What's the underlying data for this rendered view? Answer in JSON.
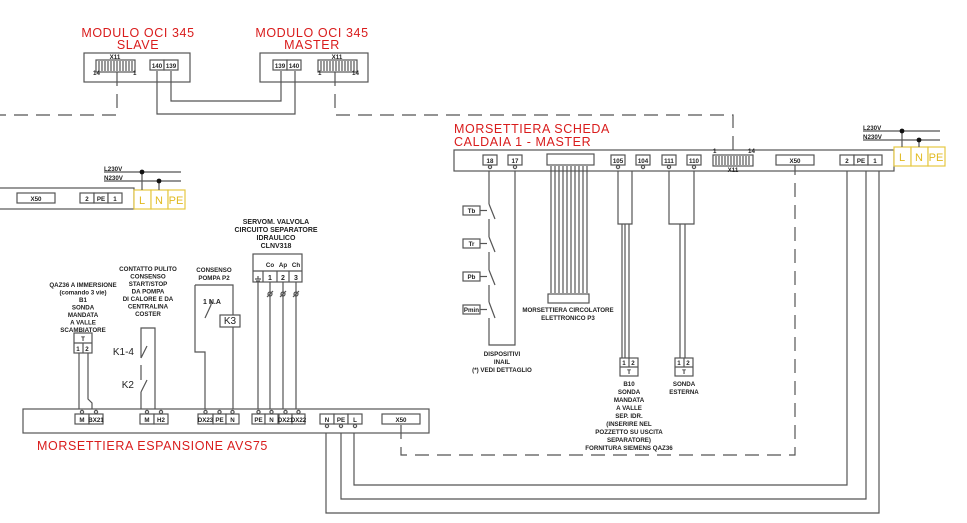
{
  "modules": {
    "oci_slave": {
      "title": "MODULO OCI 345",
      "subtitle": "SLAVE",
      "x11": "X11",
      "x11_left": "14",
      "x11_right": "1",
      "t1": "140",
      "t2": "139"
    },
    "oci_master": {
      "title": "MODULO OCI 345",
      "subtitle": "MASTER",
      "x11": "X11",
      "x11_left": "1",
      "x11_right": "14",
      "t1": "139",
      "t2": "140"
    }
  },
  "caldaia": {
    "title_line1": "MORSETTIERA SCHEDA",
    "title_line2": "CALDAIA 1 - MASTER",
    "terminals": [
      "18",
      "17",
      "105",
      "104",
      "111",
      "110"
    ],
    "x11": "X11",
    "x11_left": "1",
    "x11_right": "14",
    "x50": "X50",
    "power_terminals": [
      "2",
      "PE",
      "1"
    ],
    "supply": {
      "l": "L230V",
      "n": "N230V"
    },
    "yellow_terminals": [
      "L",
      "N",
      "PE"
    ]
  },
  "left_board": {
    "x50": "X50",
    "power_terminals": [
      "2",
      "PE",
      "1"
    ],
    "supply": {
      "l": "L230V",
      "n": "N230V"
    },
    "yellow_terminals": [
      "L",
      "N",
      "PE"
    ]
  },
  "inail": {
    "devices": [
      "Tb",
      "Tr",
      "Pb",
      "Pmin"
    ],
    "label": [
      "DISPOSITIVI",
      "INAIL",
      "(*) VEDI DETTAGLIO"
    ]
  },
  "circolatore": {
    "label": [
      "MORSETTIERA CIRCOLATORE",
      "ELETTRONICO P3"
    ]
  },
  "b10": {
    "terms": [
      "1",
      "2"
    ],
    "t": "T",
    "label": [
      "B10",
      "SONDA",
      "MANDATA",
      "A VALLE",
      "SEP. IDR.",
      "(INSERIRE NEL",
      "POZZETTO SU USCITA",
      "SEPARATORE)",
      "FORNITURA SIEMENS QAZ36"
    ]
  },
  "sonda_esterna": {
    "terms": [
      "1",
      "2"
    ],
    "t": "T",
    "label": [
      "SONDA",
      "ESTERNA"
    ]
  },
  "b1": {
    "terms": [
      "1",
      "2"
    ],
    "t": "T",
    "label": [
      "QAZ36 A IMMERSIONE",
      "(comando 3 vie)",
      "B1",
      "SONDA",
      "MANDATA",
      "A VALLE",
      "SCAMBIATORE"
    ]
  },
  "contatto": {
    "label": [
      "CONTATTO PULITO",
      "CONSENSO",
      "START/STOP",
      "DA POMPA",
      "DI CALORE E DA",
      "CENTRALINA",
      "COSTER"
    ],
    "k1": "K1-4",
    "k2": "K2"
  },
  "pompa_p2": {
    "label": [
      "CONSENSO",
      "POMPA P2"
    ],
    "contact": "1  N.A",
    "relay": "K3"
  },
  "servomotore": {
    "label": [
      "SERVOM. VALVOLA",
      "CIRCUITO SEPARATORE",
      "IDRAULICO",
      "CLNV318"
    ],
    "pins": [
      "Co",
      "Ap",
      "Ch"
    ],
    "nums": [
      "1",
      "2",
      "3"
    ]
  },
  "espansione": {
    "title": "MORSETTIERA ESPANSIONE AVS75",
    "terminals": [
      "M",
      "BX21",
      "M",
      "H2",
      "DX23",
      "PE",
      "N",
      "PE",
      "N",
      "DX21",
      "DX22",
      "N",
      "PE",
      "L",
      "X50"
    ]
  }
}
